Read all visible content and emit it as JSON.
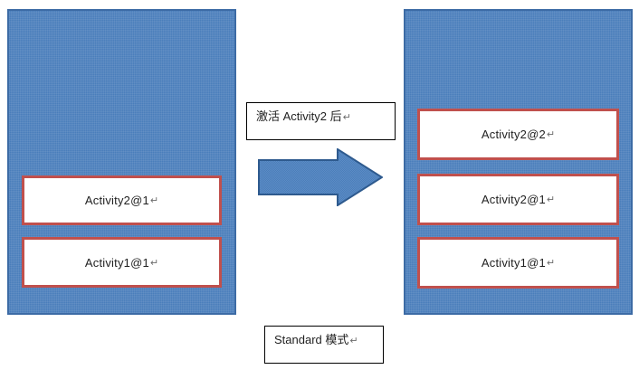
{
  "diagram": {
    "title_note": "Android Activity launch mode Standard illustration",
    "colors": {
      "stack_fill": "#4a7ebb",
      "stack_border": "#3c6ba5",
      "card_border": "#c0504d",
      "card_fill": "#ffffff",
      "callout_border": "#000000",
      "arrow_fill": "#4a7ebb",
      "arrow_border": "#2e5a8e",
      "text": "#1f1f1f"
    },
    "stack_before": {
      "name": "task-stack-before",
      "cards": [
        {
          "label": "Activity2@1",
          "mark": "↵"
        },
        {
          "label": "Activity1@1",
          "mark": "↵"
        }
      ]
    },
    "stack_after": {
      "name": "task-stack-after",
      "cards": [
        {
          "label": "Activity2@2",
          "mark": "↵"
        },
        {
          "label": "Activity2@1",
          "mark": "↵"
        },
        {
          "label": "Activity1@1",
          "mark": "↵"
        }
      ]
    },
    "callouts": {
      "transition": {
        "label": "激活 Activity2 后",
        "mark": "↵"
      },
      "mode": {
        "label": "Standard 模式",
        "mark": "↵"
      }
    },
    "arrow": {
      "name": "right-block-arrow",
      "direction": "right"
    }
  }
}
